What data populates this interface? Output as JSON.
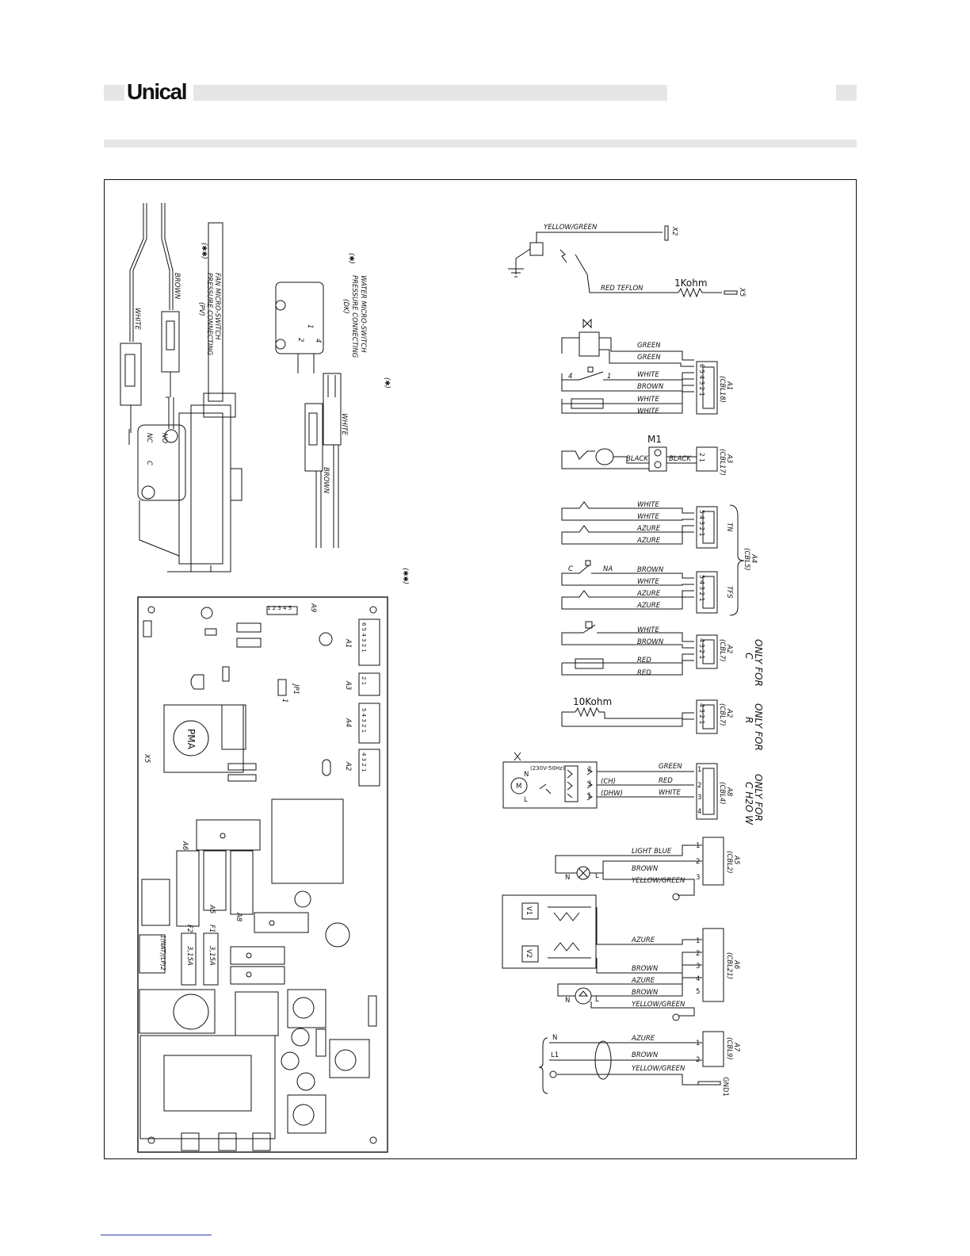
{
  "header": {
    "brand": "Unical"
  },
  "colors": {
    "header_bar": "#e6e6e6",
    "ink": "#111111",
    "footer_link": "#2a3bb5"
  },
  "notes": {
    "fan_marker": "(✱✱)",
    "fan_title_1": "FAN MICRO-SWITCH",
    "fan_title_2": "PRESSURE CONNECTING",
    "fan_title_3": "(PV)",
    "water_marker": "(✱)",
    "water_title_1": "WATER MICRO-SWITCH",
    "water_title_2": "PRESSURE CONNECTING",
    "water_title_3": "(DK)",
    "side_marker_1": "(✱)",
    "side_marker_2": "(✱✱)"
  },
  "switch_labels": {
    "no": "NO",
    "nc": "NC",
    "c": "C",
    "white": "WHITE",
    "brown": "BROWN",
    "pin1": "1",
    "pin2": "2",
    "pin4": "4"
  },
  "board_labels": {
    "a9": "A9",
    "a9_pins": "1 2 3 4 5",
    "a1": "A1",
    "a1_pins": "6 5 4 3 2 1",
    "a3": "A3",
    "a3_pins": "2 1",
    "jp1": "JP1",
    "jp1_n": "1",
    "a4": "A4",
    "a4_pins": "5 4 3 2 1",
    "a2": "A2",
    "a2_pins": "4 3 2 1",
    "pma": "PMA",
    "x5": "X5",
    "a6": "A6",
    "a5": "A5",
    "a8": "A8",
    "f2": "F2",
    "f1": "F1",
    "fuse_rating_2": "3,15A",
    "fuse_rating_1": "3,15A",
    "tank": "1(NAT)(LP)2"
  },
  "wiring": {
    "yellow_green_top": "YELLOW/GREEN",
    "x2": "X2",
    "red_teflon": "RED TEFLON",
    "res_1k": "1Kohm",
    "x5": "X5",
    "a1_wires": [
      "GREEN",
      "GREEN",
      "WHITE",
      "BROWN",
      "WHITE",
      "WHITE"
    ],
    "a1_conn": "A1",
    "a1_cbl": "(CBL18)",
    "a1_pins": "6 5 4 3 2 1",
    "a1_sw_4": "4",
    "a1_sw_1": "1",
    "m1": "M1",
    "a3_wires": [
      "BLACK",
      "BLACK"
    ],
    "a3_conn": "A3",
    "a3_cbl": "(CBL17)",
    "a3_pins": "2 1",
    "tn_wires": [
      "WHITE",
      "WHITE",
      "AZURE",
      "AZURE"
    ],
    "tn_label": "TN",
    "a4_conn": "A4",
    "a4_cbl": "(CBL5)",
    "tfs_wires": [
      "BROWN",
      "WHITE",
      "AZURE",
      "AZURE"
    ],
    "tfs_label": "TFS",
    "tfs_c": "C",
    "tfs_na": "NA",
    "a4_pins": "5 4 3 2 1",
    "a2c_wires": [
      "WHITE",
      "BROWN",
      "RED",
      "RED"
    ],
    "a2c_conn": "A2",
    "a2c_cbl": "(CBL7)",
    "a2c_pins": "4 3 2 1",
    "only_for_c": "ONLY FOR",
    "only_for_c_2": "C",
    "res_10k": "10Kohm",
    "a2r_conn": "A2",
    "a2r_cbl": "(CBL7)",
    "a2r_pins": "4 3 2 1",
    "only_for_r": "ONLY FOR",
    "only_for_r_2": "R",
    "mains_label": "(230V-50Hz)",
    "ch": "(CH)",
    "dhw": "(DHW)",
    "a8_wires": [
      "GREEN",
      "RED",
      "WHITE"
    ],
    "a8_term": [
      "2",
      "3",
      "1"
    ],
    "a8_conn": "A8",
    "a8_cbl": "(CBL4)",
    "a8_pins": [
      "1",
      "2",
      "3",
      "4"
    ],
    "only_for_ch2ow": "ONLY FOR",
    "only_for_ch2ow_2": "C H2O W",
    "motor_m": "M",
    "motor_n": "N",
    "motor_l": "L",
    "a5_wires": [
      "LIGHT BLUE",
      "BROWN",
      "YELLOW/GREEN"
    ],
    "a5_conn": "A5",
    "a5_cbl": "(CBL2)",
    "a5_pins": [
      "1",
      "2",
      "3"
    ],
    "fan_n": "N",
    "fan_l": "L",
    "v1": "V1",
    "v2": "V2",
    "a6_wires": [
      "AZURE",
      "BROWN",
      "AZURE",
      "BROWN",
      "YELLOW/GREEN"
    ],
    "a6_conn": "A6",
    "a6_cbl": "(CBL21)",
    "a6_pins": [
      "1",
      "2",
      "3",
      "4",
      "5"
    ],
    "pump_n": "N",
    "pump_l": "L",
    "a7_wires": [
      "AZURE",
      "BROWN",
      "YELLOW/GREEN"
    ],
    "a7_conn": "A7",
    "a7_cbl": "(CBL9)",
    "a7_pins": [
      "1",
      "2"
    ],
    "mains_n": "N",
    "mains_l1": "L1",
    "gnd1": "GND1"
  }
}
